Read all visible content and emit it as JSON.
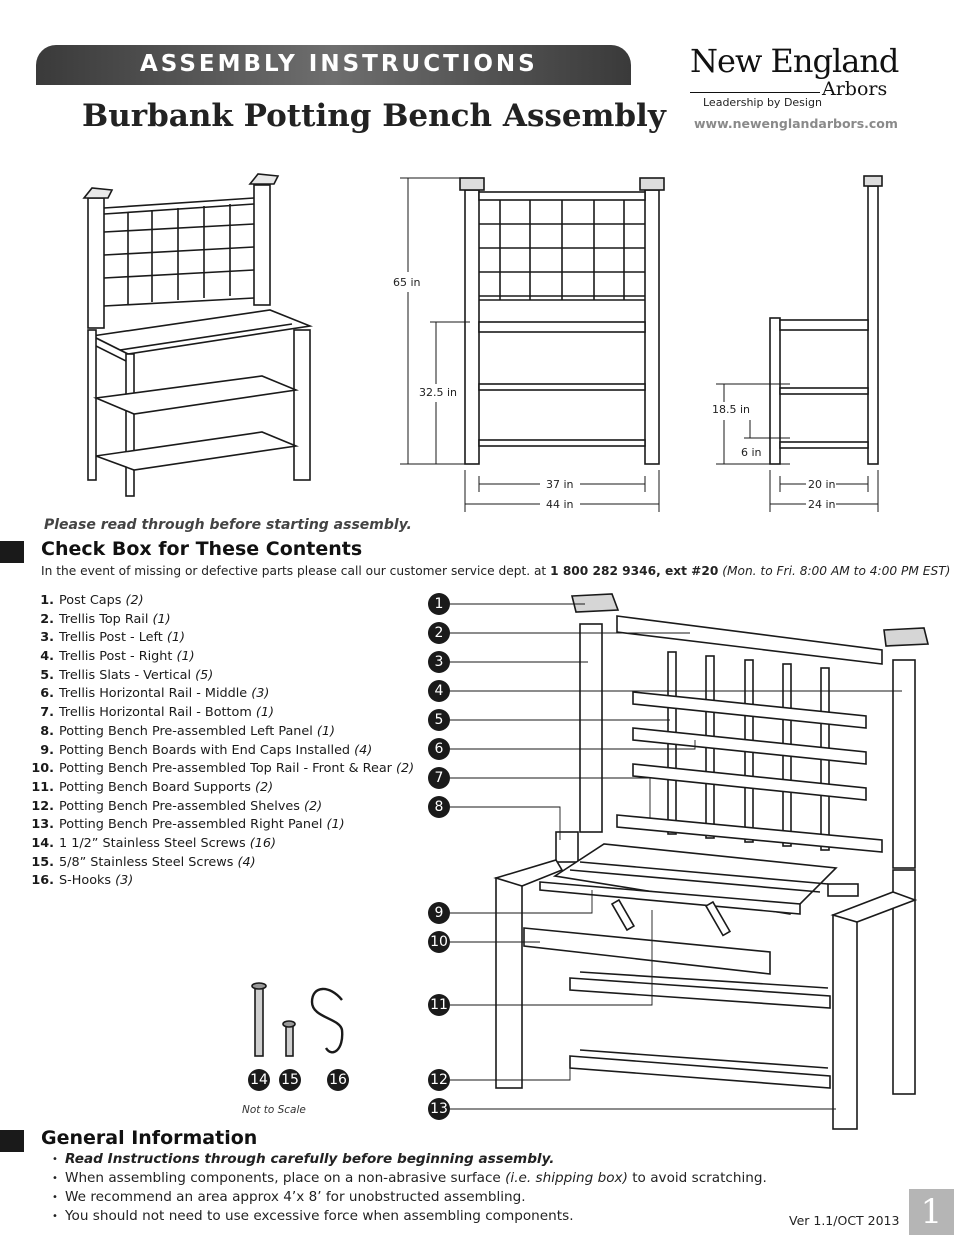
{
  "header": {
    "banner": "ASSEMBLY INSTRUCTIONS",
    "title": "Burbank Potting Bench Assembly",
    "logo_name": "New England",
    "logo_sub": "Arbors",
    "tagline": "Leadership by Design",
    "url": "www.newenglandarbors.com"
  },
  "dimensions": {
    "height_total": "65 in",
    "height_bench": "32.5 in",
    "width_inner": "37 in",
    "width_outer": "44 in",
    "shelf_height": "18.5 in",
    "bottom_shelf_height": "6 in",
    "depth_inner": "20 in",
    "depth_outer": "24 in"
  },
  "intro": {
    "read_note": "Please read through before starting assembly.",
    "check_heading": "Check Box for These Contents",
    "contact_prefix": "In the event of missing or defective parts please call our customer service dept. at ",
    "phone": "1 800 282 9346, ext #20",
    "hours": "(Mon. to Fri. 8:00 AM to 4:00 PM EST)"
  },
  "parts": [
    {
      "num": "1.",
      "name": "Post Caps ",
      "qty": "(2)"
    },
    {
      "num": "2.",
      "name": "Trellis Top Rail ",
      "qty": "(1)"
    },
    {
      "num": "3.",
      "name": "Trellis Post - Left ",
      "qty": "(1)"
    },
    {
      "num": "4.",
      "name": "Trellis Post - Right ",
      "qty": "(1)"
    },
    {
      "num": "5.",
      "name": "Trellis Slats - Vertical ",
      "qty": "(5)"
    },
    {
      "num": "6.",
      "name": "Trellis Horizontal Rail - Middle ",
      "qty": "(3)"
    },
    {
      "num": "7.",
      "name": "Trellis Horizontal Rail - Bottom ",
      "qty": "(1)"
    },
    {
      "num": "8.",
      "name": "Potting Bench Pre-assembled Left Panel ",
      "qty": "(1)"
    },
    {
      "num": "9.",
      "name": "Potting Bench Boards with End Caps Installed ",
      "qty": "(4)"
    },
    {
      "num": "10.",
      "name": "Potting Bench Pre-assembled Top Rail - Front & Rear ",
      "qty": "(2)"
    },
    {
      "num": "11.",
      "name": "Potting Bench Board Supports ",
      "qty": "(2)"
    },
    {
      "num": "12.",
      "name": "Potting Bench Pre-assembled Shelves ",
      "qty": "(2)"
    },
    {
      "num": "13.",
      "name": "Potting Bench Pre-assembled Right Panel ",
      "qty": "(1)"
    },
    {
      "num": "14.",
      "name": "1 1/2” Stainless Steel Screws ",
      "qty": "(16)"
    },
    {
      "num": "15.",
      "name": "5/8” Stainless Steel Screws ",
      "qty": "(4)"
    },
    {
      "num": "16.",
      "name": "S-Hooks ",
      "qty": "(3)"
    }
  ],
  "callouts": [
    "1",
    "2",
    "3",
    "4",
    "5",
    "6",
    "7",
    "8",
    "9",
    "10",
    "11",
    "12",
    "13"
  ],
  "hardware_callouts": [
    "14",
    "15",
    "16"
  ],
  "not_to_scale": "Not to Scale",
  "general": {
    "heading": "General Information",
    "item1": "Read Instructions through carefully before beginning assembly.",
    "item2_prefix": "When assembling components, place on a non-abrasive surface ",
    "item2_italic": "(i.e. shipping box)",
    "item2_suffix": " to avoid scratching.",
    "item3": "We recommend an area approx 4’x 8’ for unobstructed assembling.",
    "item4": "You should not need to use excessive force when assembling components."
  },
  "footer": {
    "version": "Ver 1.1/OCT 2013",
    "page": "1"
  }
}
